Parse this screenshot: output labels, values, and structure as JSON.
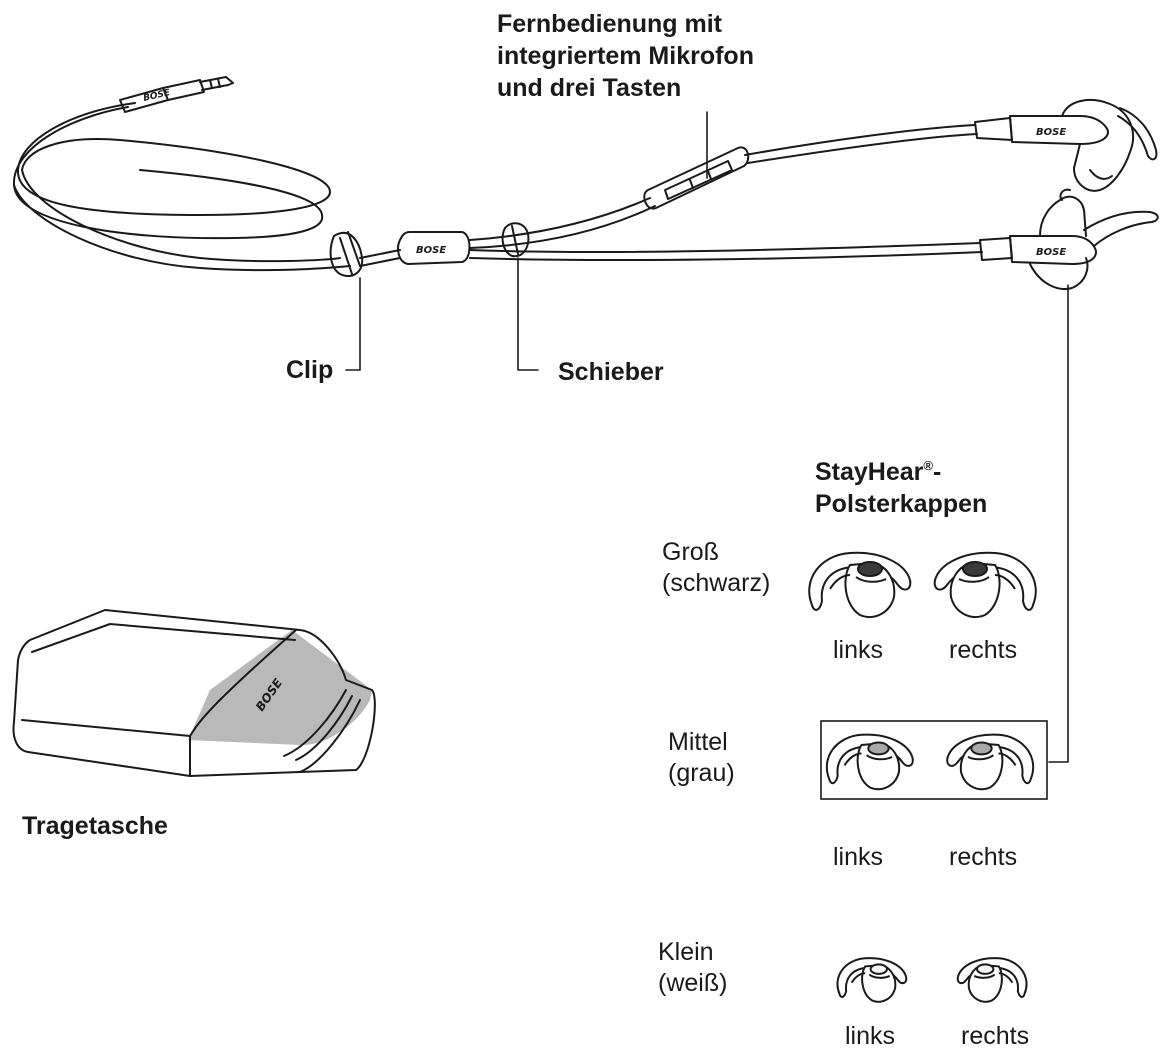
{
  "labels": {
    "remote": [
      "Fernbedienung mit",
      "integriertem Mikrofon",
      "und drei Tasten"
    ],
    "clip": "Clip",
    "slider": "Schieber",
    "case": "Tragetasche",
    "tips_title_line1": "StayHear",
    "tips_title_reg": "®",
    "tips_title_dash": "-",
    "tips_title_line2": "Polsterkappen"
  },
  "tip_sizes": [
    {
      "name": "Groß",
      "color": "(schwarz)",
      "left": "links",
      "right": "rechts",
      "fill": "#3a3a3a"
    },
    {
      "name": "Mittel",
      "color": "(grau)",
      "left": "links",
      "right": "rechts",
      "fill": "#a8a8a8"
    },
    {
      "name": "Klein",
      "color": "(weiß)",
      "left": "links",
      "right": "rechts",
      "fill": "#f4f4f4"
    }
  ],
  "brand_mark": "BOSE",
  "colors": {
    "line": "#1a1a1a",
    "case_band": "#b9b9b9",
    "earbud_fill": "#ffffff"
  }
}
